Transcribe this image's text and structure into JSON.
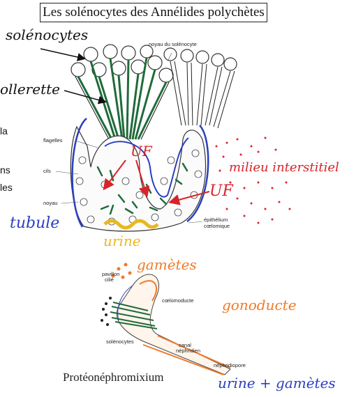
{
  "title": "Les solénocytes des Annélides polychètes",
  "cut_text": {
    "line1": "la",
    "line2": "ns",
    "line3": "les"
  },
  "printed_labels": {
    "noyau_solenocyte": "noyau du solénocyte",
    "flagelles": "flagelles",
    "cils": "cils",
    "noyau": "noyau",
    "epithelium": "épithélium",
    "coelomique": "cœlomique",
    "pavillon": "pavillon",
    "cilie": "cilié",
    "coelomoducte": "cœlomoducte",
    "solenocytes_small": "solénocytes",
    "canal": "canal",
    "nephridien": "néphridien",
    "nephridiopore": "néphridiopore"
  },
  "handwritten": {
    "solenocytes": "solénocytes",
    "collerette": "ollerette",
    "uf1": "UF",
    "uf2": "UF",
    "milieu": "milieu interstitiel",
    "tubule": "tubule",
    "urine": "urine",
    "gametes": "gamètes",
    "gonoducte": "gonoducte",
    "urine_gametes": "urine + gamètes"
  },
  "bottom_title": "Protéonéphromixium",
  "colors": {
    "red": "#d8232a",
    "blue": "#2b3fc0",
    "green": "#1f6b3a",
    "orange": "#f07a2a",
    "yellow": "#e8b820"
  }
}
